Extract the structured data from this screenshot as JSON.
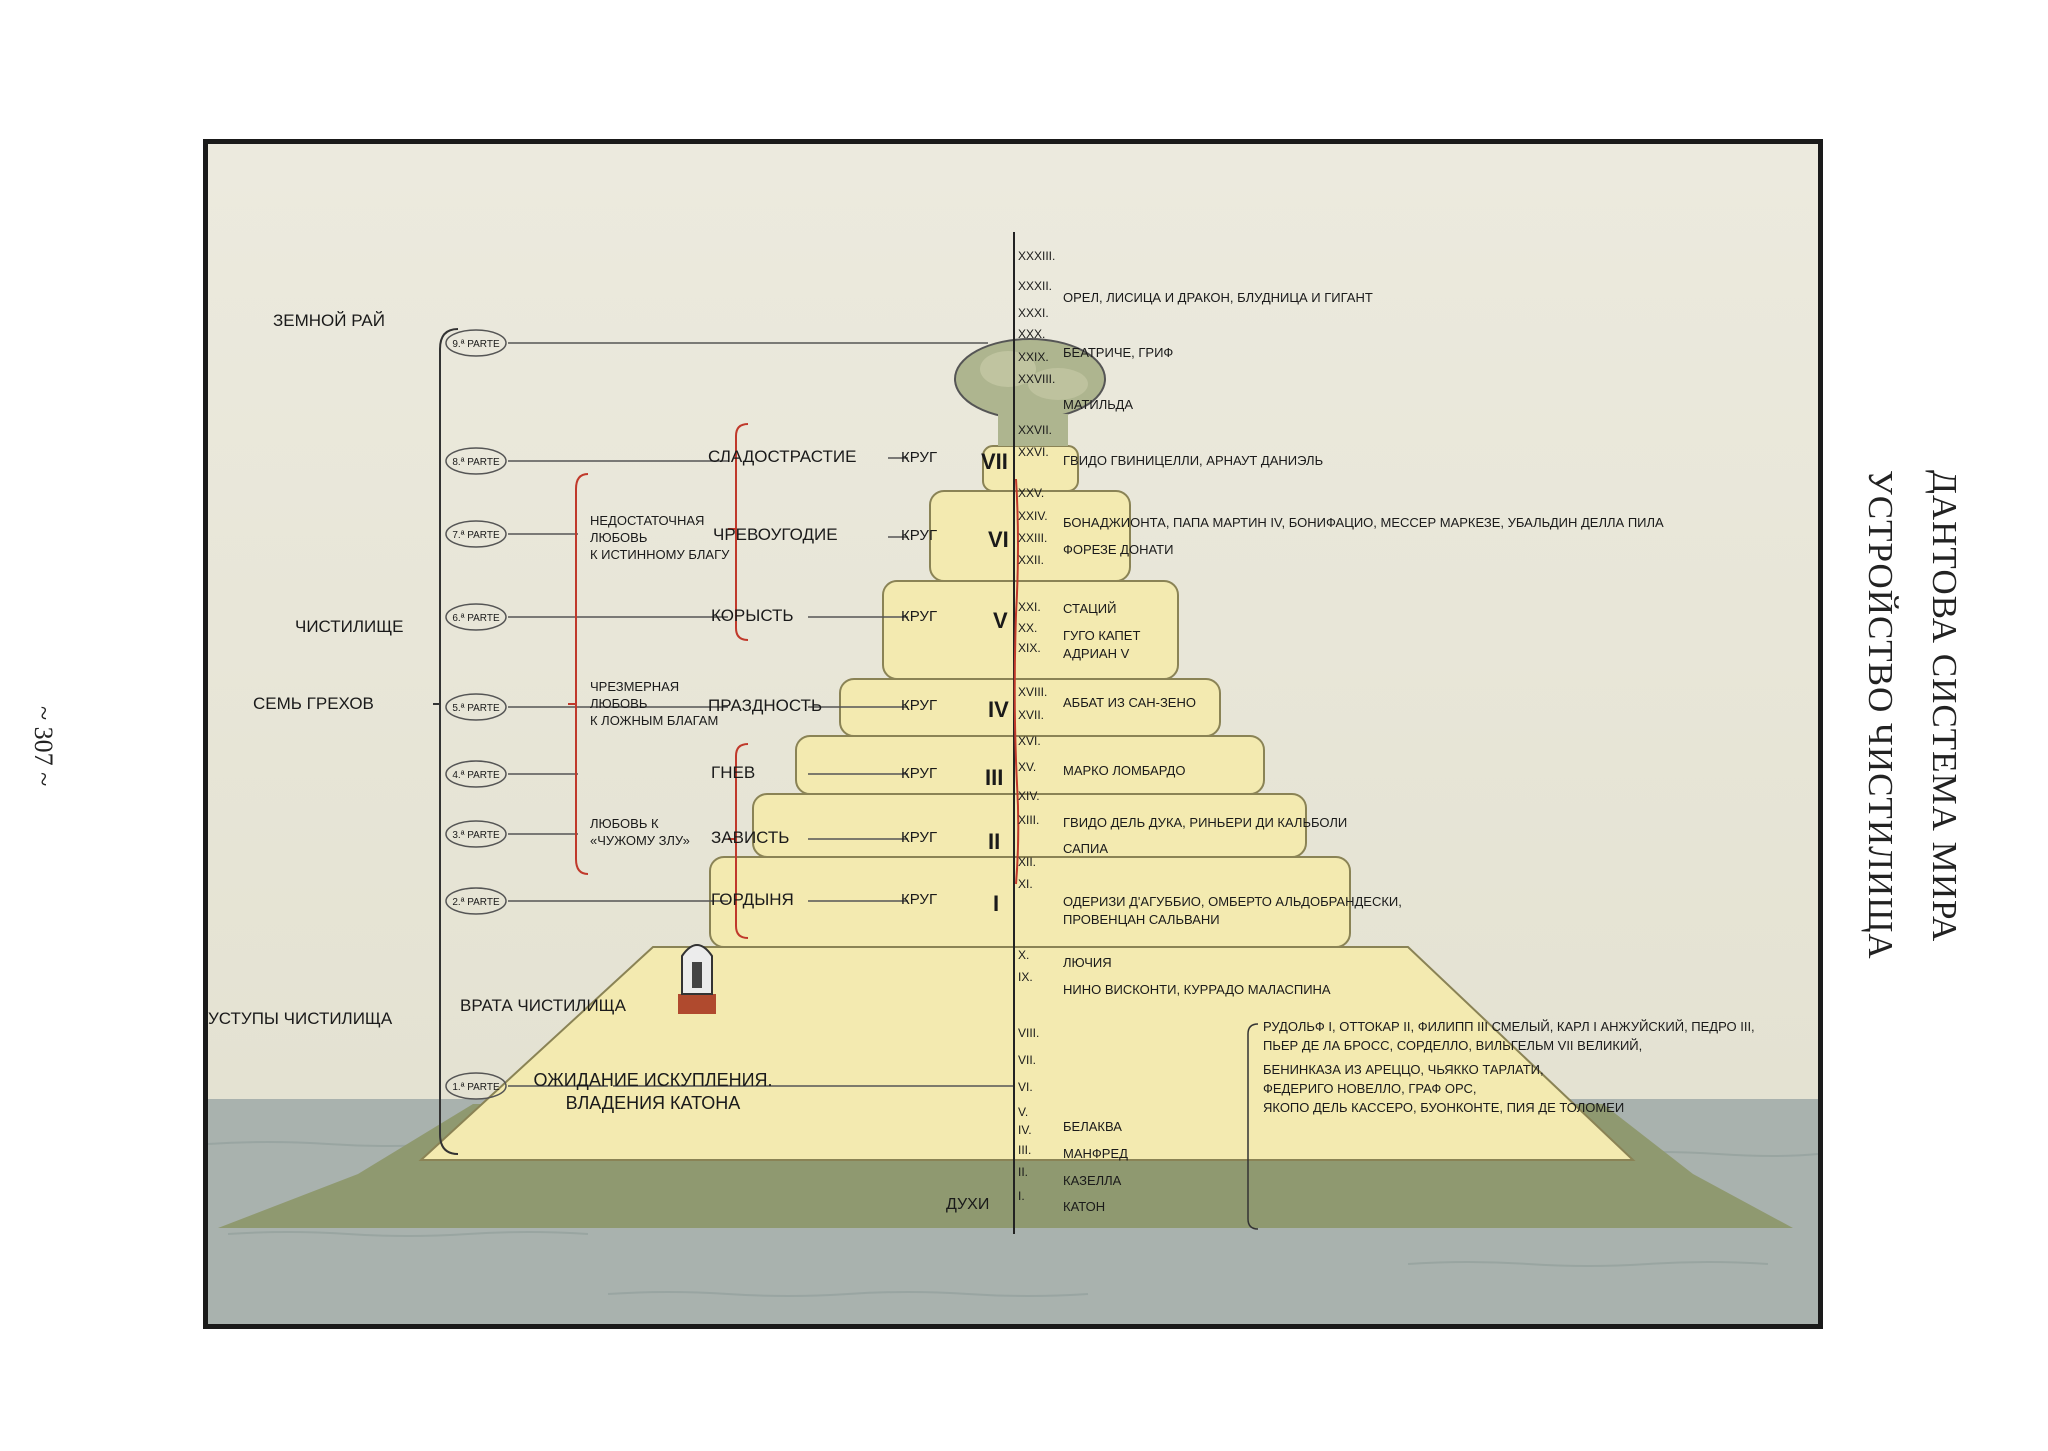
{
  "page": {
    "number": "~ 307 ~",
    "title_line1": "ДАНТОВА СИСТЕМА МИРА",
    "title_line2": "УСТРОЙСТВО ЧИСТИЛИЩА"
  },
  "colors": {
    "sky": "#e9e6d6",
    "sea": "#a9b2ae",
    "island": "#8f9970",
    "mountain": "#f3eab0",
    "bracket_red": "#c0392b",
    "ink": "#1a1a1a"
  },
  "left_labels": {
    "zemnoy_ray": "ЗЕМНОЙ РАЙ",
    "chistilishche": "ЧИСТИЛИЩЕ",
    "sem_grekhov": "СЕМЬ ГРЕХОВ",
    "ustupy": "УСТУПЫ ЧИСТИЛИЩА"
  },
  "parte_labels": [
    "9.ª PARTE",
    "8.ª PARTE",
    "7.ª PARTE",
    "6.ª PARTE",
    "5.ª PARTE",
    "4.ª PARTE",
    "3.ª PARTE",
    "2.ª PARTE",
    "1.ª PARTE"
  ],
  "love_groups": {
    "insufficient": [
      "НЕДОСТАТОЧНАЯ",
      "ЛЮБОВЬ",
      "К ИСТИННОМУ БЛАГУ"
    ],
    "excessive": [
      "ЧРЕЗМЕРНАЯ",
      "ЛЮБОВЬ",
      "К ЛОЖНЫМ БЛАГАМ"
    ],
    "evil": [
      "ЛЮБОВЬ К",
      "«ЧУЖОМУ ЗЛУ»"
    ]
  },
  "sins": [
    "СЛАДОСТРАСТИЕ",
    "ЧРЕВОУГОДИЕ",
    "КОРЫСТЬ",
    "ПРАЗДНОСТЬ",
    "ГНЕВ",
    "ЗАВИСТЬ",
    "ГОРДЫНЯ"
  ],
  "circle_word": "КРУГ",
  "circle_numerals": [
    "VII",
    "VI",
    "V",
    "IV",
    "III",
    "II",
    "I"
  ],
  "lower_labels": {
    "gate": "ВРАТА ЧИСТИЛИЩА",
    "waiting_line1": "ОЖИДАНИЕ ИСКУПЛЕНИЯ.",
    "waiting_line2": "ВЛАДЕНИЯ КАТОНА",
    "spirits": "ДУХИ"
  },
  "cantos": [
    "XXXIII.",
    "XXXII.",
    "XXXI.",
    "XXX.",
    "XXIX.",
    "XXVIII.",
    "XXVII.",
    "XXVI.",
    "XXV.",
    "XXIV.",
    "XXIII.",
    "XXII.",
    "XXI.",
    "XX.",
    "XIX.",
    "XVIII.",
    "XVII.",
    "XVI.",
    "XV.",
    "XIV.",
    "XIII.",
    "XII.",
    "XI.",
    "X.",
    "IX.",
    "VIII.",
    "VII.",
    "VI.",
    "V.",
    "IV.",
    "III.",
    "II.",
    "I."
  ],
  "figures": [
    "ОРЕЛ, ЛИСИЦА И ДРАКОН, БЛУДНИЦА И ГИГАНТ",
    "БЕАТРИЧЕ, ГРИФ",
    "МАТИЛЬДА",
    "ГВИДО ГВИНИЦЕЛЛИ, АРНАУТ ДАНИЭЛЬ",
    "БОНАДЖИОНТА, ПАПА МАРТИН IV, БОНИФАЦИО, МЕССЕР МАРКЕЗЕ, УБАЛЬДИН ДЕЛЛА ПИЛА",
    "ФОРЕЗЕ ДОНАТИ",
    "СТАЦИЙ",
    "ГУГО КАПЕТ",
    "АДРИАН V",
    "АББАТ ИЗ САН-ЗЕНО",
    "МАРКО ЛОМБАРДО",
    "ГВИДО ДЕЛЬ ДУКА, РИНЬЕРИ ДИ КАЛЬБОЛИ",
    "САПИА",
    "ОДЕРИЗИ Д'АГУББИО, ОМБЕРТО АЛЬДОБРАНДЕСКИ,",
    "ПРОВЕНЦАН САЛЬВАНИ",
    "ЛЮЧИЯ",
    "НИНО ВИСКОНТИ, КУРРАДО МАЛАСПИНА",
    "РУДОЛЬФ I, ОТТОКАР II, ФИЛИПП III СМЕЛЫЙ, КАРЛ I АНЖУЙСКИЙ, ПЕДРО III,",
    "ПЬЕР ДЕ ЛА БРОСС, СОРДЕЛЛО, ВИЛЬГЕЛЬМ VII ВЕЛИКИЙ,",
    "БЕНИНКАЗА ИЗ АРЕЦЦО, ЧЬЯККО ТАРЛАТИ,",
    "ФЕДЕРИГО НОВЕЛЛО, ГРАФ ОРС,",
    "ЯКОПО ДЕЛЬ КАССЕРО, БУОНКОНТЕ, ПИЯ ДЕ ТОЛОМЕИ",
    "БЕЛАКВА",
    "МАНФРЕД",
    "КАЗЕЛЛА",
    "КАТОН"
  ]
}
